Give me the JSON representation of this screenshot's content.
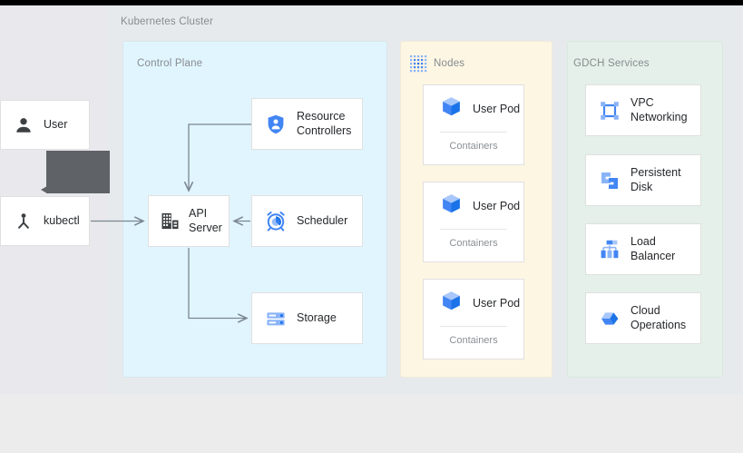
{
  "diagram": {
    "title": "Kubernetes Cluster",
    "accent_blue": "#4285F4",
    "dark_icon": "#3C4043",
    "callout_color": "#5F6368"
  },
  "actors": [
    {
      "id": "user",
      "label": "User",
      "icon": "person-icon"
    },
    {
      "id": "kubectl",
      "label": "kubectl",
      "icon": "kubectl-icon"
    }
  ],
  "panels": {
    "control_plane": {
      "label": "Control Plane",
      "color": "#E1F5FE",
      "items": [
        {
          "id": "resource-controllers",
          "label": "Resource\nControllers",
          "icon": "shield-person-icon"
        },
        {
          "id": "api-server",
          "label": "API\nServer",
          "icon": "api-server-icon"
        },
        {
          "id": "scheduler",
          "label": "Scheduler",
          "icon": "alarm-clock-icon"
        },
        {
          "id": "storage",
          "label": "Storage",
          "icon": "storage-icon"
        }
      ]
    },
    "nodes": {
      "label": "Nodes",
      "color": "#FDF6E3",
      "icon": "dotted-grid-icon",
      "pods": [
        {
          "label": "User Pod",
          "sublabel": "Containers",
          "icon": "cube-icon"
        },
        {
          "label": "User Pod",
          "sublabel": "Containers",
          "icon": "cube-icon"
        },
        {
          "label": "User Pod",
          "sublabel": "Containers",
          "icon": "cube-icon"
        }
      ]
    },
    "gdch_services": {
      "label": "GDCH Services",
      "color": "#E4F0E9",
      "items": [
        {
          "id": "vpc-networking",
          "label": "VPC\nNetworking",
          "icon": "vpc-networking-icon"
        },
        {
          "id": "persistent-disk",
          "label": "Persistent\nDisk",
          "icon": "persistent-disk-icon"
        },
        {
          "id": "load-balancer",
          "label": "Load\nBalancer",
          "icon": "load-balancer-icon"
        },
        {
          "id": "cloud-operations",
          "label": "Cloud\nOperations",
          "icon": "cloud-operations-icon"
        }
      ]
    }
  },
  "connections": [
    {
      "from": "kubectl",
      "to": "api-server"
    },
    {
      "from": "resource-controllers",
      "to": "api-server"
    },
    {
      "from": "scheduler",
      "to": "api-server"
    },
    {
      "from": "api-server",
      "to": "storage"
    }
  ]
}
